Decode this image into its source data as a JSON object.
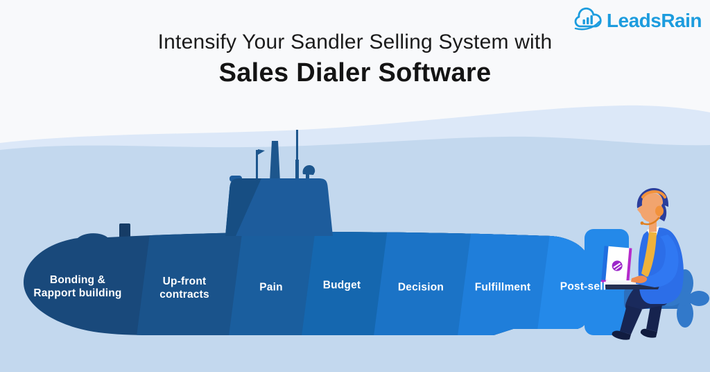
{
  "logo": {
    "text": "LeadsRain",
    "color": "#1C9CDE"
  },
  "header": {
    "title_line1": "Intensify Your Sandler Selling System with",
    "title_line2": "Sales Dialer Software",
    "text_color": "#1b1b1b"
  },
  "stages": [
    {
      "line1": "Bonding &",
      "line2": "Rapport building",
      "color": "#19497B"
    },
    {
      "line1": "Up-front",
      "line2": "contracts",
      "color": "#1A538B"
    },
    {
      "line1": "Pain",
      "line2": "",
      "color": "#1A5E9E"
    },
    {
      "line1": "Budget",
      "line2": "",
      "color": "#1567AF"
    },
    {
      "line1": "Decision",
      "line2": "",
      "color": "#1B73C6"
    },
    {
      "line1": "Fulfillment",
      "line2": "",
      "color": "#1F7EDA"
    },
    {
      "line1": "Post-sell",
      "line2": "",
      "color": "#2489E9"
    }
  ],
  "scene": {
    "sky_color": "#F8F9FB",
    "wave_light_color": "#DCE8F8",
    "water_color": "#C3D8EE",
    "sail_color": "#1D5C9C",
    "sail_shadow_color": "#174E83",
    "mast_color": "#1D568D",
    "tail_fin_color": "#2489E9",
    "propeller_color": "#3279CA",
    "character": {
      "jacket_color": "#2C6EE8",
      "pants_color": "#1A2A5C",
      "skin_color": "#F2A46E",
      "headset_color": "#F2923B",
      "tie_color": "#EFB23C",
      "hair_color": "#2B3E9B",
      "laptop_accent_color": "#B52ACB"
    }
  }
}
